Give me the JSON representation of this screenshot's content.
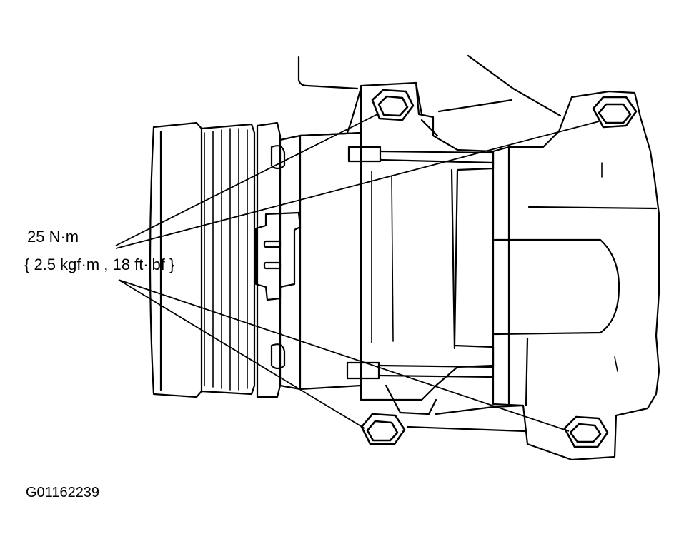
{
  "torque": {
    "line1": "25 N·m",
    "line2": "{ 2.5 kgf·m , 18 ft·lbf }"
  },
  "figure_code": "G01162239",
  "bolt_count": 4
}
